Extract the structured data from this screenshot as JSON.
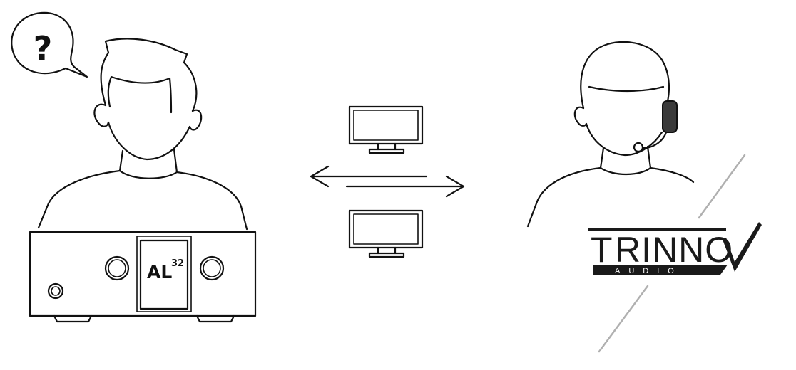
{
  "speech_bubble": {
    "symbol": "?"
  },
  "device": {
    "model": "AL",
    "model_sup": "32"
  },
  "logo": {
    "brand": "RINNO",
    "brand_initial": "T",
    "subtitle": "AUDIO"
  },
  "colors": {
    "line": "#111111",
    "headset": "#3a3a3a",
    "logo": "#1a1a1a",
    "slash": "#b0b0b0"
  },
  "icons": [
    "speech-bubble-icon",
    "customer-person-icon",
    "processor-device-icon",
    "monitor-icon",
    "double-arrow-icon",
    "support-agent-icon",
    "headset-icon",
    "trinnov-logo"
  ]
}
